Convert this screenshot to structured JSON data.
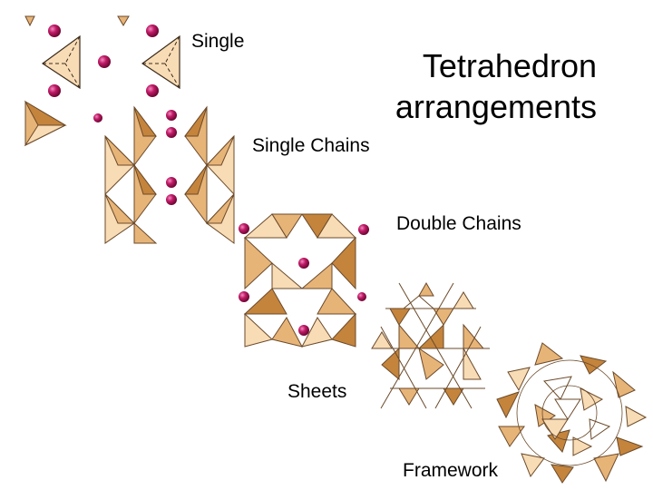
{
  "slide": {
    "title_line1": "Tetrahedron",
    "title_line2": "arrangements",
    "labels": {
      "single": "Single",
      "single_chains": "Single Chains",
      "double_chains": "Double Chains",
      "sheets": "Sheets",
      "framework": "Framework"
    }
  },
  "colors": {
    "tetra_light": "#f8dcb6",
    "tetra_mid": "#e7b478",
    "tetra_dark": "#c4843c",
    "edge": "#6b4a2a",
    "atom": "#b0105a",
    "atom_highlight": "#f28ac0"
  }
}
